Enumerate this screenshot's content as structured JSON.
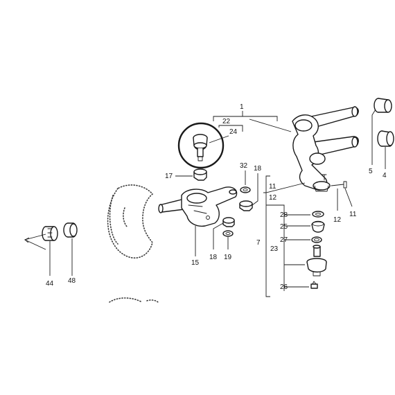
{
  "callouts": {
    "c1": "1",
    "c4": "4",
    "c5": "5",
    "c7": "7",
    "c11a": "11",
    "c11b": "11",
    "c12a": "12",
    "c12b": "12",
    "c15": "15",
    "c17": "17",
    "c18a": "18",
    "c18b": "18",
    "c19": "19",
    "c22": "22",
    "c23": "23",
    "c24": "24",
    "c25": "25",
    "c26": "26",
    "c27": "27",
    "c28": "28",
    "c32": "32",
    "c44": "44",
    "c48": "48"
  },
  "colors": {
    "ink": "#1a1a1a",
    "background": "#ffffff"
  }
}
